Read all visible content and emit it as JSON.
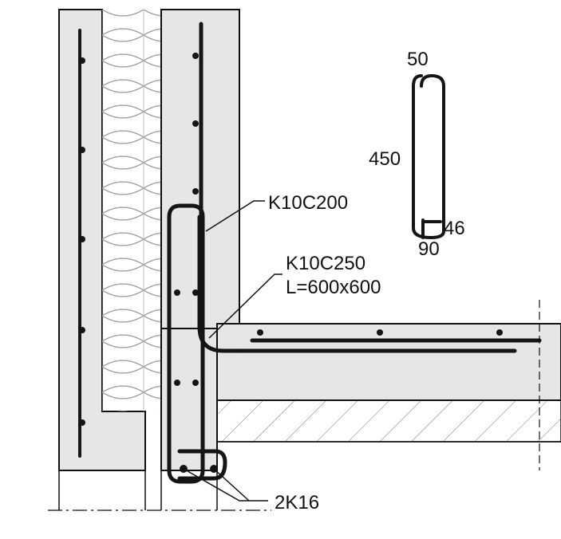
{
  "labels": {
    "stirrup_main": "K10C200",
    "corner_bar_line1": "K10C250",
    "corner_bar_line2": "L=600x600",
    "bottom_bars": "2K16"
  },
  "bar_schedule": {
    "top": "50",
    "height": "450",
    "hook": "46",
    "bottom": "90"
  },
  "colors": {
    "concrete": "#e6e6e6",
    "rebar": "#151515",
    "line": "#111111"
  }
}
